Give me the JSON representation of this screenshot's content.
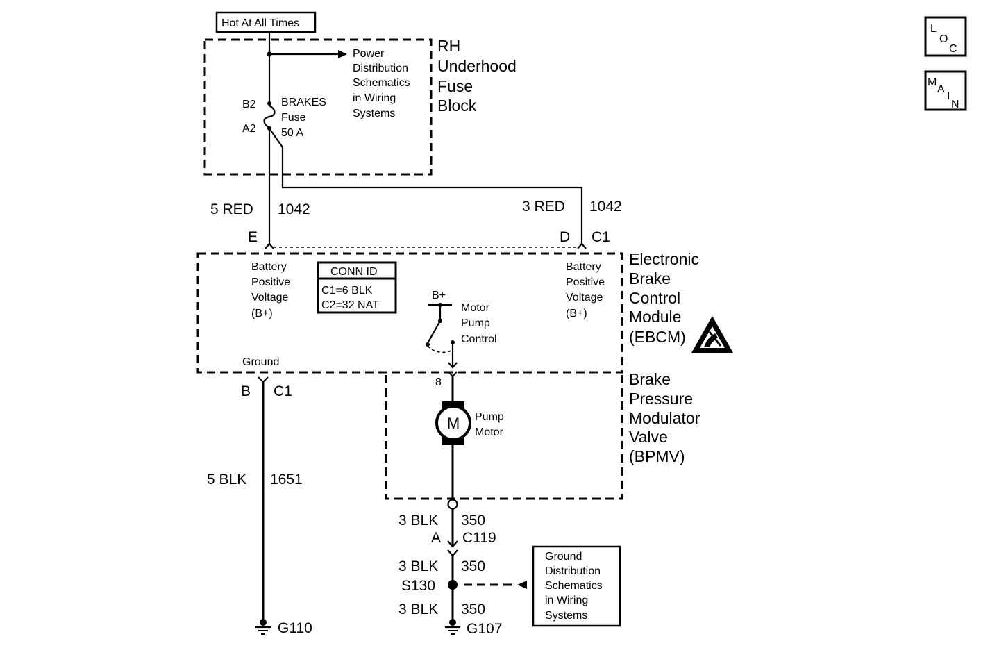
{
  "hot_at_all_times": "Hot At All Times",
  "fuse_block": {
    "name": [
      "RH",
      "Underhood",
      "Fuse",
      "Block"
    ],
    "power_ref": [
      "Power",
      "Distribution",
      "Schematics",
      "in Wiring",
      "Systems"
    ],
    "pin_b2": "B2",
    "pin_a2": "A2",
    "fuse_label": [
      "BRAKES",
      "Fuse",
      "50 A"
    ]
  },
  "wire_left_top": {
    "gauge_color": "5 RED",
    "circuit": "1042",
    "pin": "E"
  },
  "wire_right_top": {
    "gauge_color": "3 RED",
    "circuit": "1042",
    "pin": "D",
    "connector": "C1"
  },
  "ebcm": {
    "name": [
      "Electronic",
      "Brake",
      "Control",
      "Module",
      "(EBCM)"
    ],
    "left_bplus": [
      "Battery",
      "Positive",
      "Voltage",
      "(B+)"
    ],
    "right_bplus": [
      "Battery",
      "Positive",
      "Voltage",
      "(B+)"
    ],
    "conn_id_title": "CONN ID",
    "conn_id_rows": [
      "C1=6 BLK",
      "C2=32 NAT"
    ],
    "ground_label": "Ground",
    "bplus": "B+",
    "motor_pump_control": [
      "Motor",
      "Pump",
      "Control"
    ],
    "pin_8": "8"
  },
  "ground_wire": {
    "pin": "B",
    "connector": "C1",
    "gauge_color": "5 BLK",
    "circuit": "1651",
    "ground": "G110"
  },
  "bpmv": {
    "name": [
      "Brake",
      "Pressure",
      "Modulator",
      "Valve",
      "(BPMV)"
    ],
    "motor_symbol": "M",
    "motor_label": [
      "Pump",
      "Motor"
    ]
  },
  "pump_ground": {
    "seg1": {
      "gauge_color": "3 BLK",
      "circuit": "350"
    },
    "connector_pin": "A",
    "connector": "C119",
    "seg2": {
      "gauge_color": "3 BLK",
      "circuit": "350"
    },
    "splice": "S130",
    "seg3": {
      "gauge_color": "3 BLK",
      "circuit": "350"
    },
    "ground": "G107"
  },
  "ground_ref": [
    "Ground",
    "Distribution",
    "Schematics",
    "in Wiring",
    "Systems"
  ],
  "nav": {
    "loc": [
      "L",
      "O",
      "C"
    ],
    "main": [
      "M",
      "A",
      "I",
      "N"
    ]
  },
  "esd_icon": "esd-warning-icon"
}
